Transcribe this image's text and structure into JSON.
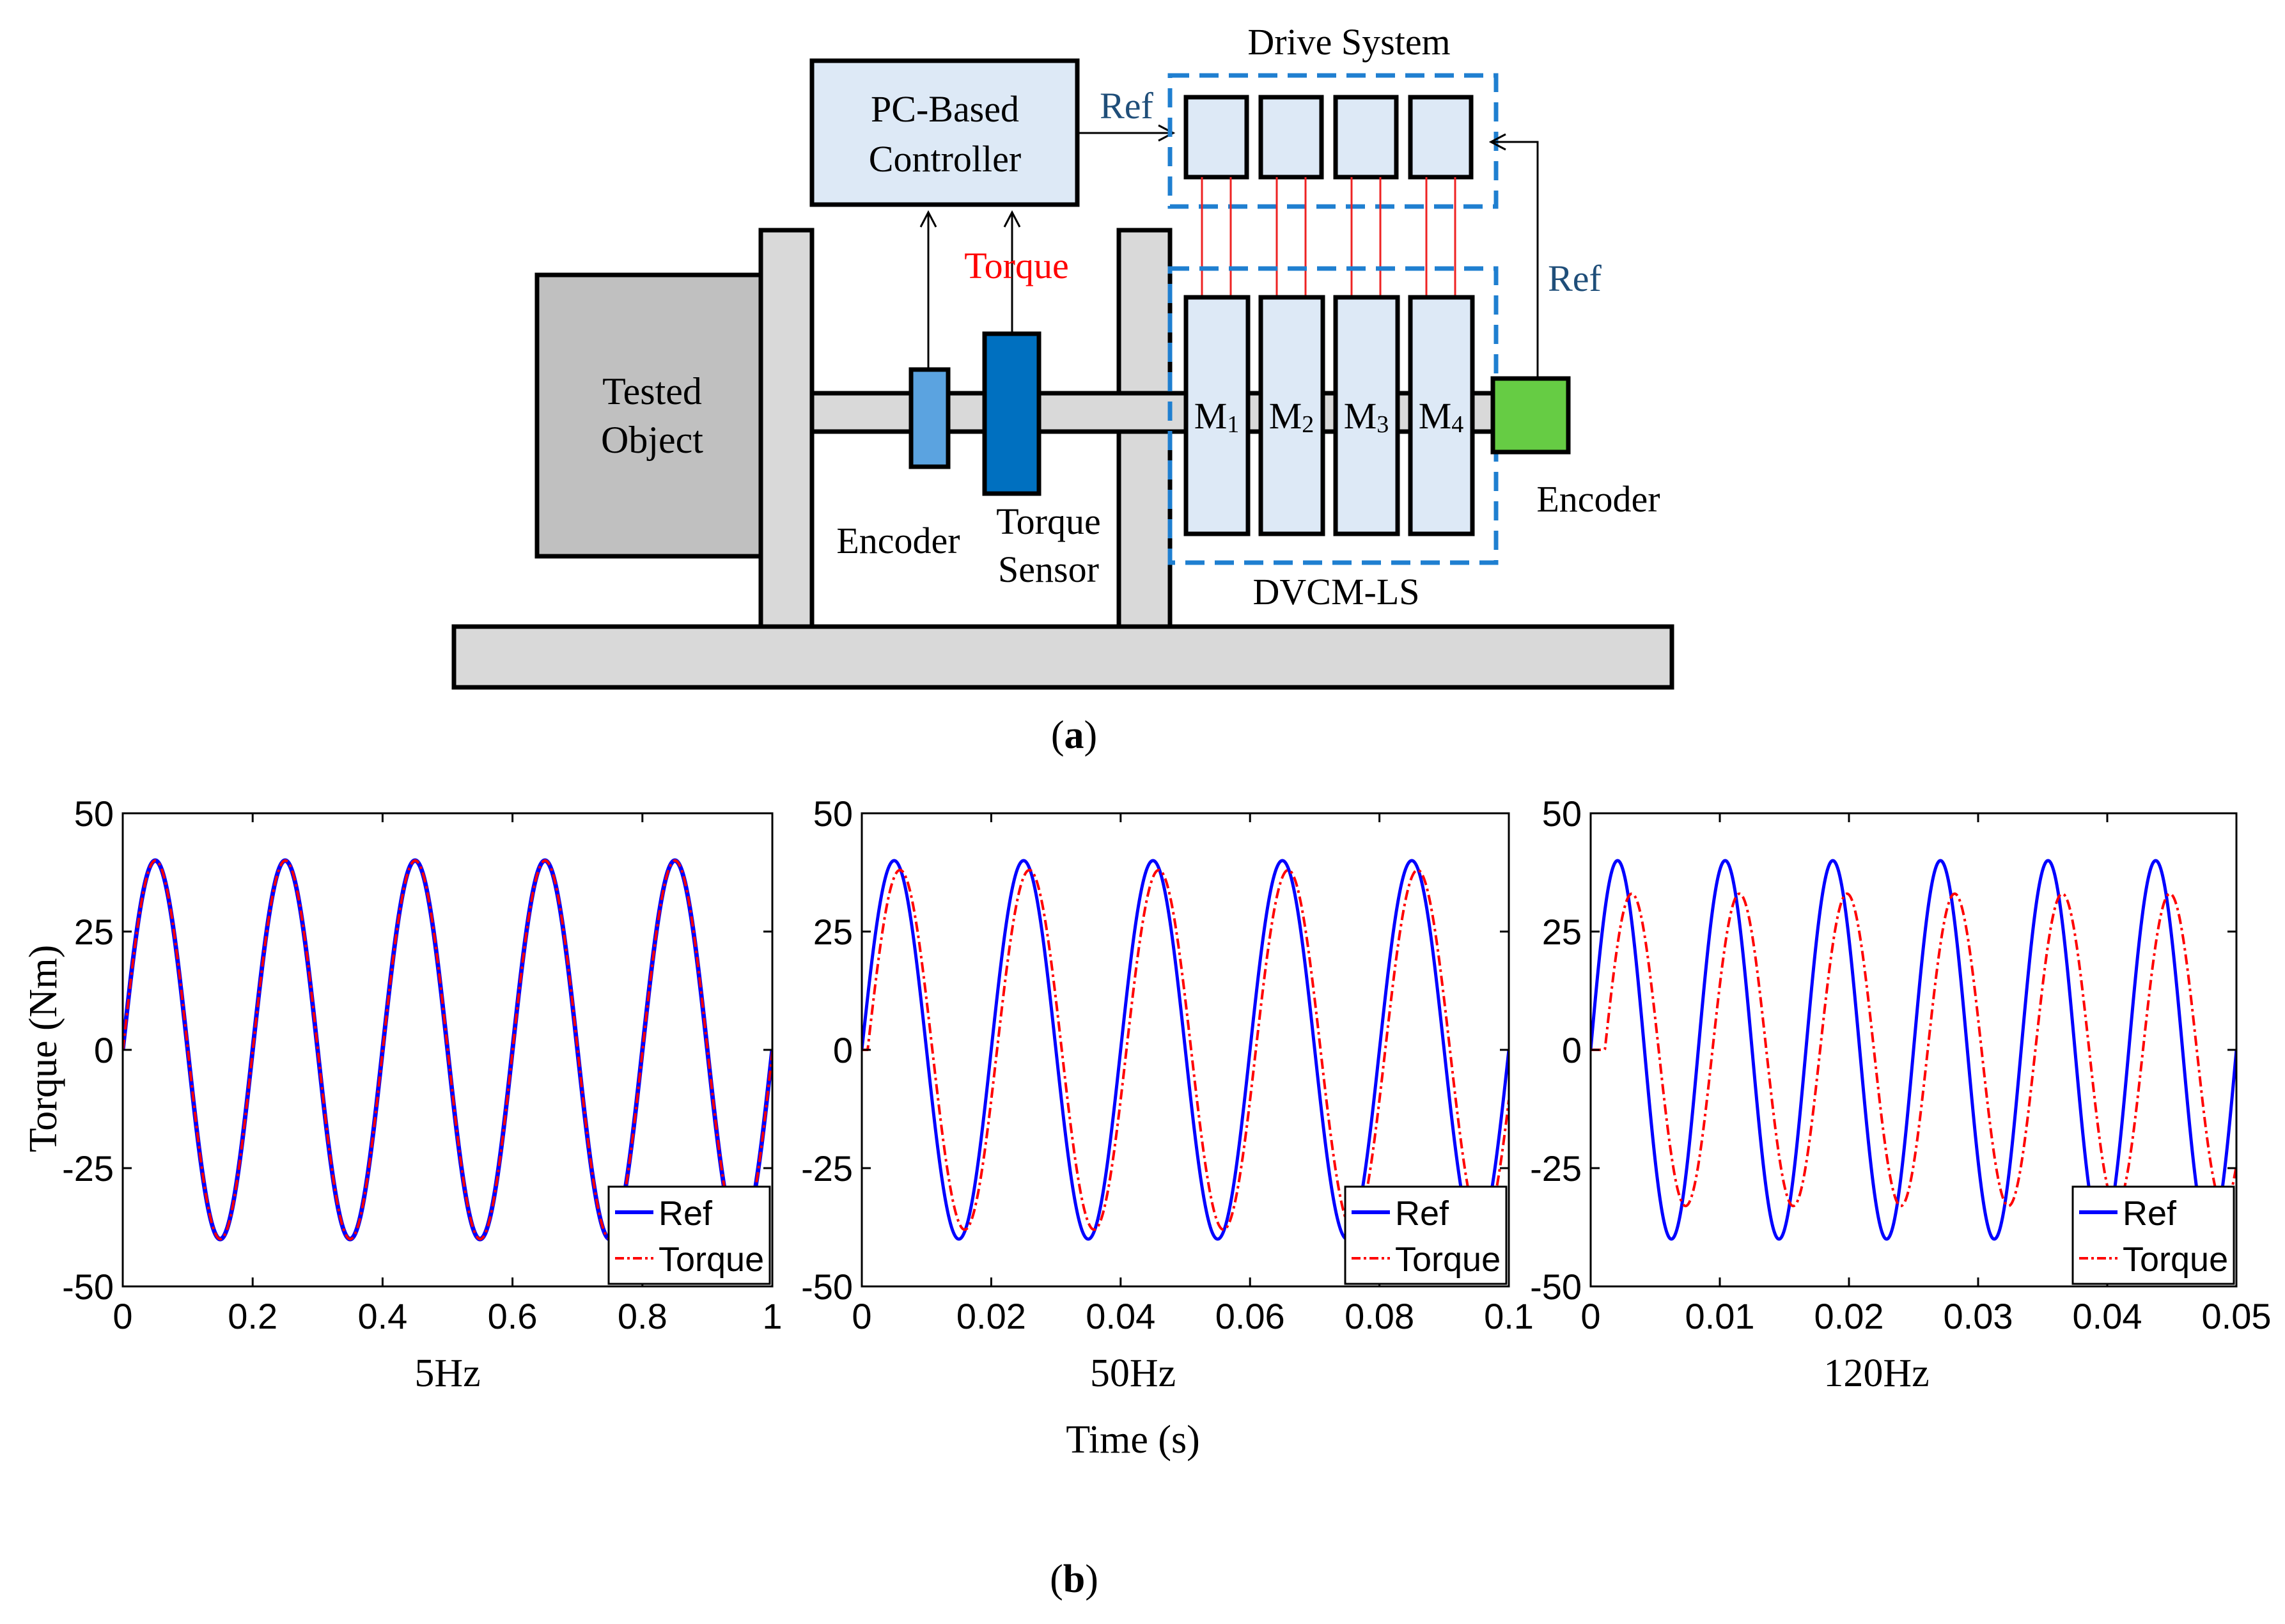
{
  "diagram": {
    "drive_system_label": "Drive System",
    "controller_line1": "PC-Based",
    "controller_line2": "Controller",
    "ref_to_drive": "Ref",
    "ref_from_encoder": "Ref",
    "torque_signal": "Torque",
    "tested_object_line1": "Tested",
    "tested_object_line2": "Object",
    "encoder_left": "Encoder",
    "torque_sensor_line1": "Torque",
    "torque_sensor_line2": "Sensor",
    "encoder_right": "Encoder",
    "dvcm_label": "DVCM-LS",
    "motors": [
      {
        "letter": "M",
        "sub": "1"
      },
      {
        "letter": "M",
        "sub": "2"
      },
      {
        "letter": "M",
        "sub": "3"
      },
      {
        "letter": "M",
        "sub": "4"
      }
    ],
    "colors": {
      "block_fill": "#dde9f6",
      "gray_fill": "#d9d9d9",
      "tested_object_fill": "#c0c0c0",
      "encoder_fill": "#5ba3e0",
      "torque_sensor_fill": "#0070c0",
      "encoder_right_fill": "#66cc44",
      "dashed_box": "#1f7fd0",
      "motor_link": "#ee2222",
      "ref_text": "#1f4e79",
      "torque_text": "#ff0000"
    }
  },
  "labels": {
    "part_a_letter": "a",
    "part_b_letter": "b",
    "time_axis": "Time (s)"
  },
  "chart_data": [
    {
      "type": "line",
      "title": "5Hz",
      "ylabel": "Torque (Nm)",
      "xlim": [
        0,
        1
      ],
      "ylim": [
        -50,
        50
      ],
      "xticks": [
        "0",
        "0.2",
        "0.4",
        "0.6",
        "0.8",
        "1"
      ],
      "yticks": [
        "-50",
        "-25",
        "0",
        "25",
        "50"
      ],
      "legend": [
        "Ref",
        "Torque"
      ],
      "legend_position": "bottom-right",
      "series": [
        {
          "name": "Ref",
          "color": "#0000ff",
          "style": "solid",
          "amplitude": 40,
          "frequency_hz": 5,
          "phase_lag_s": 0
        },
        {
          "name": "Torque",
          "color": "#ff0000",
          "style": "dash-dot",
          "amplitude": 40,
          "frequency_hz": 5,
          "phase_lag_s": 0.0003
        }
      ]
    },
    {
      "type": "line",
      "title": "50Hz",
      "ylabel": "",
      "xlim": [
        0,
        0.1
      ],
      "ylim": [
        -50,
        50
      ],
      "xticks": [
        "0",
        "0.02",
        "0.04",
        "0.06",
        "0.08",
        "0.1"
      ],
      "yticks": [
        "-50",
        "-25",
        "0",
        "25",
        "50"
      ],
      "legend": [
        "Ref",
        "Torque"
      ],
      "legend_position": "bottom-right",
      "series": [
        {
          "name": "Ref",
          "color": "#0000ff",
          "style": "solid",
          "amplitude": 40,
          "frequency_hz": 50,
          "phase_lag_s": 0
        },
        {
          "name": "Torque",
          "color": "#ff0000",
          "style": "dash-dot",
          "amplitude": 38,
          "frequency_hz": 50,
          "phase_lag_s": 0.0009
        }
      ]
    },
    {
      "type": "line",
      "title": "120Hz",
      "ylabel": "",
      "xlim": [
        0,
        0.05
      ],
      "ylim": [
        -50,
        50
      ],
      "xticks": [
        "0",
        "0.01",
        "0.02",
        "0.03",
        "0.04",
        "0.05"
      ],
      "yticks": [
        "-50",
        "-25",
        "0",
        "25",
        "50"
      ],
      "legend": [
        "Ref",
        "Torque"
      ],
      "legend_position": "bottom-right",
      "series": [
        {
          "name": "Ref",
          "color": "#0000ff",
          "style": "solid",
          "amplitude": 40,
          "frequency_hz": 120,
          "phase_lag_s": 0
        },
        {
          "name": "Torque",
          "color": "#ff0000",
          "style": "dash-dot",
          "amplitude": 33,
          "frequency_hz": 120,
          "phase_lag_s": 0.0011
        }
      ]
    }
  ]
}
